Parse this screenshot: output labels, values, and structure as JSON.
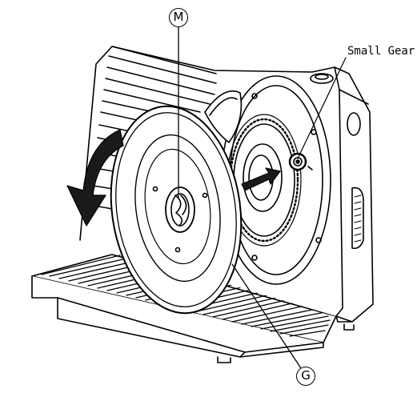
{
  "labels": {
    "small_gear": "Small Gear",
    "m": "M",
    "g": "G"
  },
  "colors": {
    "line": "#000000",
    "background": "#ffffff",
    "arrow_fill": "#1a1a1a"
  }
}
